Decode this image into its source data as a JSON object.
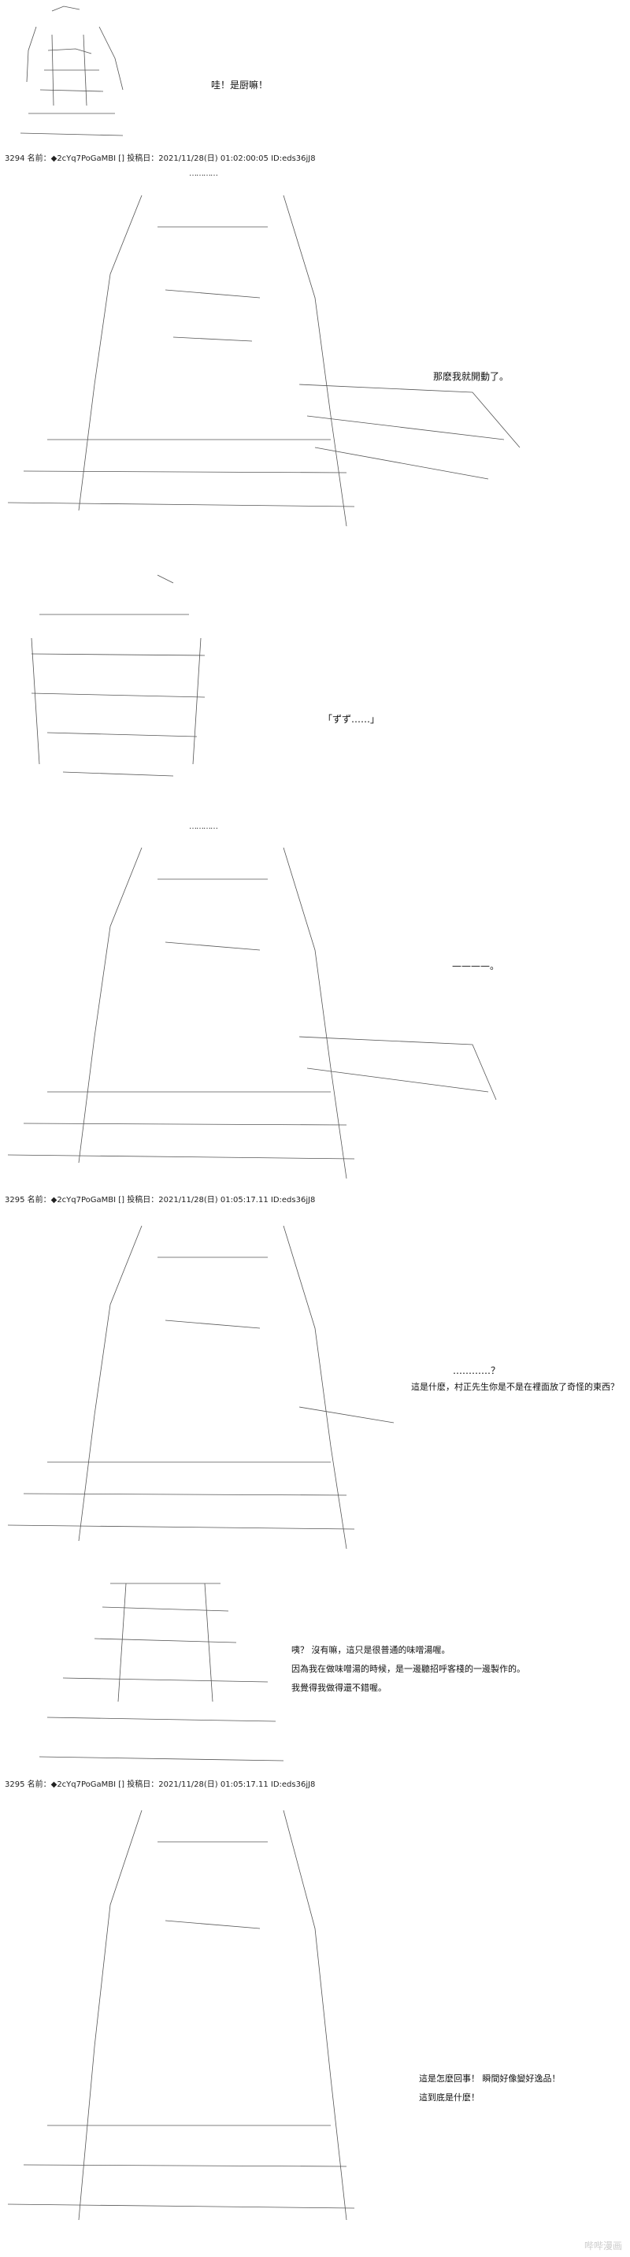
{
  "posts": [
    {
      "header": "3294 名前：◆2cYq7PoGaMBI [] 投稿日：2021/11/28(日) 01:02:00:05 ID:eds36jJ8"
    },
    {
      "header": "3295 名前：◆2cYq7PoGaMBI [] 投稿日：2021/11/28(日) 01:05:17.11 ID:eds36jJ8"
    },
    {
      "header": "3295 名前：◆2cYq7PoGaMBI [] 投稿日：2021/11/28(日) 01:05:17.11 ID:eds36jJ8"
    }
  ],
  "separator": "…………",
  "dialogue": {
    "d1": "哇！是厨嘛！",
    "d2": "那麽我就開動了。",
    "d3": "「ずず……」",
    "d4": "————。",
    "d5a": "…………？",
    "d5b": "這是什麽，村正先生你是不是在裡面放了奇怪的東西？",
    "d6a": "咦？ 沒有嘛，這只是很普通的味噌湯喔。",
    "d6b": "因為我在做味噌湯的時候，是一邊聽招呼客棧的一邊製作的。",
    "d6c": "我覺得我做得還不錯喔。",
    "d7a": "這是怎麽回事！ 瞬間好像變好逸品！",
    "d7b": "這到底是什麽！"
  },
  "watermark": "哔哔漫画"
}
